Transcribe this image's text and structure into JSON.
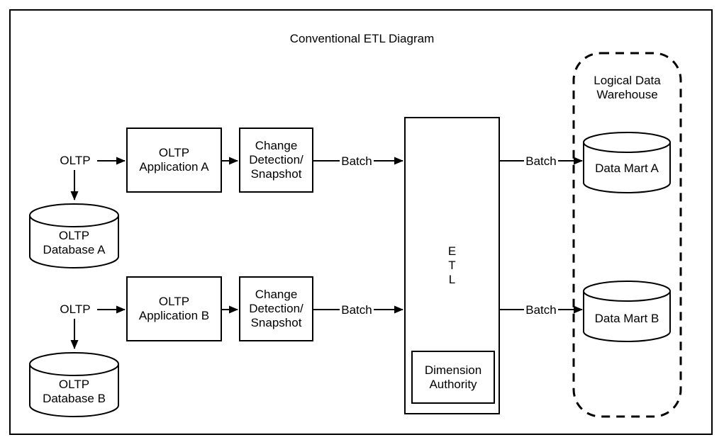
{
  "title": "Conventional ETL Diagram",
  "colors": {
    "ink": "#000000",
    "background": "#ffffff"
  },
  "flow_a": {
    "source_label": "OLTP",
    "application": {
      "line1": "OLTP",
      "line2": "Application A"
    },
    "change_detection": {
      "line1": "Change",
      "line2": "Detection/",
      "line3": "Snapshot"
    },
    "database": {
      "line1": "OLTP",
      "line2": "Database A"
    },
    "batch_to_etl_label": "Batch",
    "batch_to_mart_label": "Batch",
    "data_mart_label": "Data Mart A"
  },
  "flow_b": {
    "source_label": "OLTP",
    "application": {
      "line1": "OLTP",
      "line2": "Application B"
    },
    "change_detection": {
      "line1": "Change",
      "line2": "Detection/",
      "line3": "Snapshot"
    },
    "database": {
      "line1": "OLTP",
      "line2": "Database B"
    },
    "batch_to_etl_label": "Batch",
    "batch_to_mart_label": "Batch",
    "data_mart_label": "Data Mart B"
  },
  "etl": {
    "letters": {
      "l1": "E",
      "l2": "T",
      "l3": "L"
    },
    "dimension_authority": {
      "line1": "Dimension",
      "line2": "Authority"
    }
  },
  "warehouse": {
    "label": {
      "line1": "Logical Data",
      "line2": "Warehouse"
    }
  }
}
